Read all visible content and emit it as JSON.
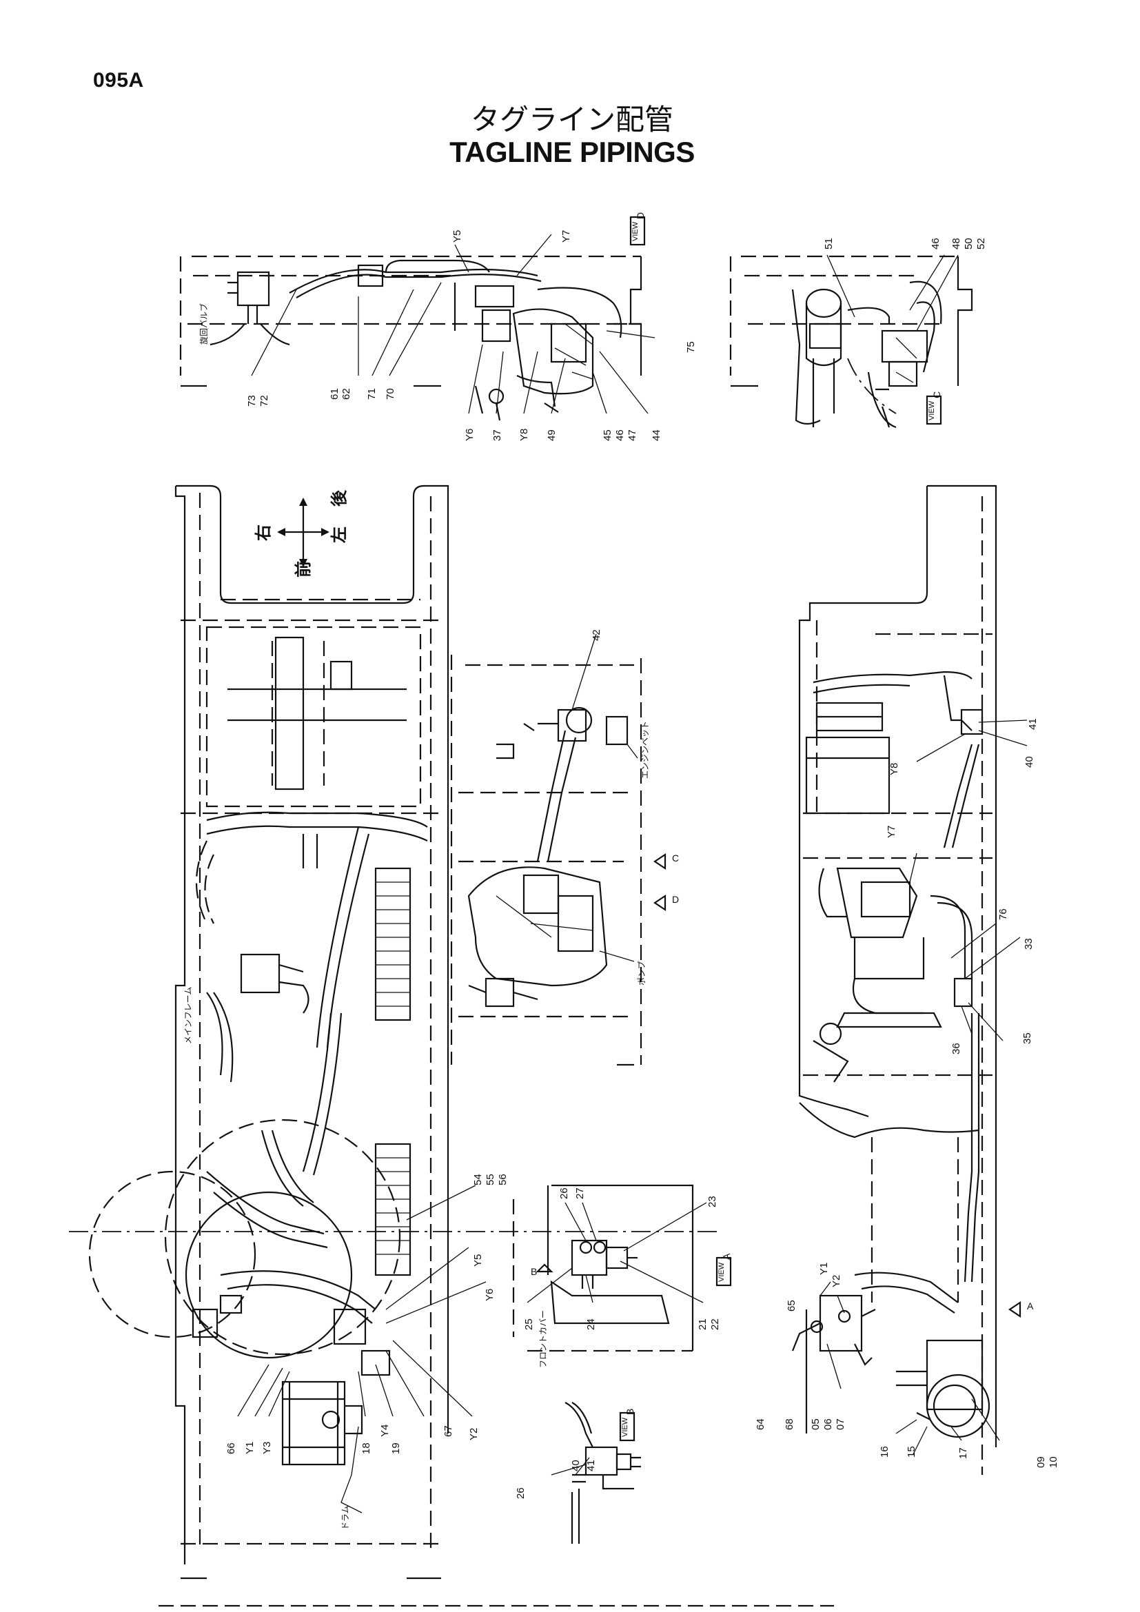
{
  "page": {
    "code": "095A",
    "title_jp": "タグライン配管",
    "title_en": "TAGLINE PIPINGS"
  },
  "directions": {
    "right": "右",
    "rear": "後",
    "front": "前",
    "left": "左"
  },
  "notes_jp": {
    "main_frame": "メインフレーム",
    "engine_unit": "エンジンベット",
    "pump": "ポンプ",
    "front_cover": "フロントカバー",
    "drum": "ドラム",
    "swing_valve": "旋回バルブ"
  },
  "views": {
    "view_word": "VIEW",
    "d": "D",
    "c": "C",
    "a": "A",
    "b": "B"
  },
  "callouts": {
    "view_d": [
      "Y5",
      "Y7",
      "75",
      "73",
      "72",
      "61",
      "62",
      "71",
      "70",
      "Y6",
      "37",
      "Y8",
      "49",
      "45",
      "46",
      "47",
      "44"
    ],
    "view_c": [
      "51",
      "46",
      "48",
      "50",
      "52"
    ],
    "engine_area": [
      "42"
    ],
    "left_plan": [
      "54",
      "55",
      "56",
      "Y5",
      "Y6",
      "66",
      "Y1",
      "Y3",
      "18",
      "19",
      "Y4",
      "67",
      "Y2"
    ],
    "view_a": [
      "26",
      "27",
      "23",
      "25",
      "24",
      "21",
      "22"
    ],
    "view_b": [
      "40",
      "41",
      "26"
    ],
    "side_view": [
      "41",
      "40",
      "Y8",
      "Y7",
      "76",
      "33",
      "35",
      "36",
      "65",
      "Y1",
      "Y2",
      "64",
      "68",
      "05",
      "06",
      "07",
      "16",
      "15",
      "17",
      "09",
      "10"
    ]
  },
  "markers": {
    "a": "A",
    "b": "B",
    "c": "C",
    "d": "D"
  }
}
